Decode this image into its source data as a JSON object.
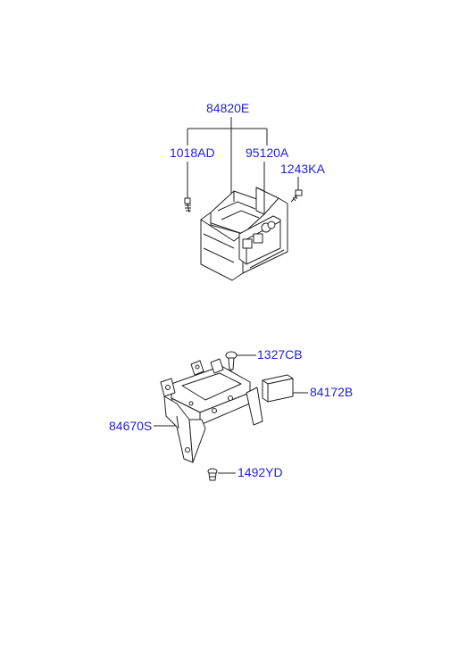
{
  "parts": {
    "p84820E": "84820E",
    "p1018AD": "1018AD",
    "p95120A": "95120A",
    "p1243KA": "1243KA",
    "p1327CB": "1327CB",
    "p84172B": "84172B",
    "p84670S": "84670S",
    "p1492YD": "1492YD"
  },
  "colors": {
    "label": "#1f1fd6",
    "line": "#222222",
    "background": "#ffffff"
  }
}
